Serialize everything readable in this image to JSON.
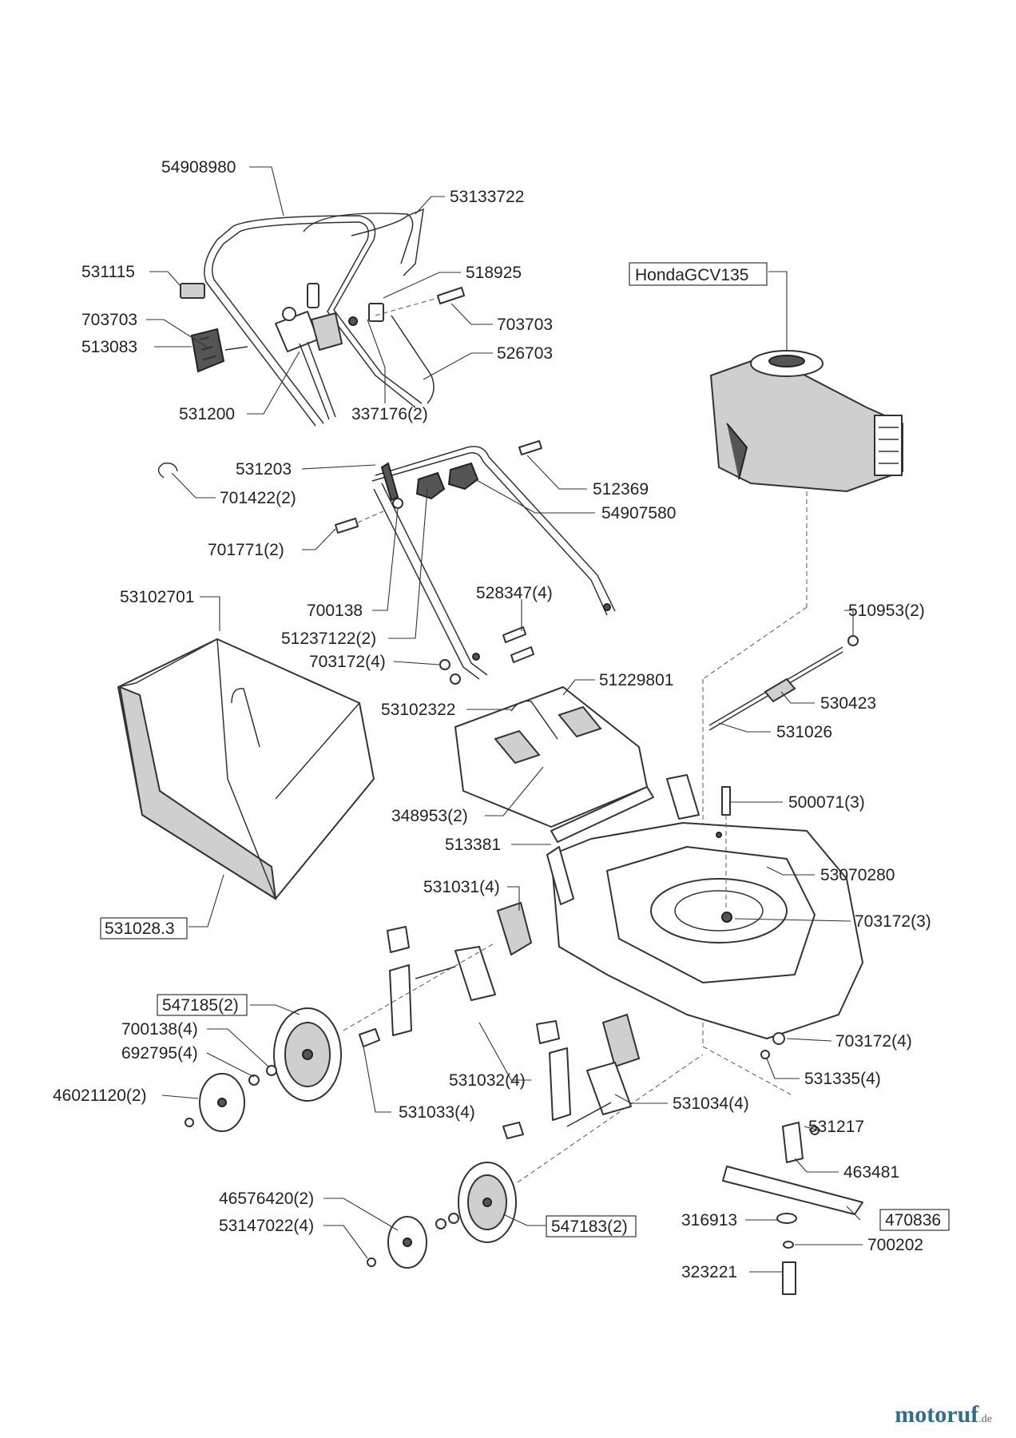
{
  "watermark": {
    "brand": "motoruf",
    "tld": ".de"
  },
  "labels": [
    {
      "id": "l1",
      "text": "54908980",
      "boxed": false
    },
    {
      "id": "l2",
      "text": "53133722",
      "boxed": false
    },
    {
      "id": "l3",
      "text": "531115",
      "boxed": false
    },
    {
      "id": "l4",
      "text": "518925",
      "boxed": false
    },
    {
      "id": "l5",
      "text": "703703",
      "boxed": false
    },
    {
      "id": "l6",
      "text": "703703",
      "boxed": false
    },
    {
      "id": "l7",
      "text": "513083",
      "boxed": false
    },
    {
      "id": "l8",
      "text": "526703",
      "boxed": false
    },
    {
      "id": "l9",
      "text": "531200",
      "boxed": false
    },
    {
      "id": "l10",
      "text": "337176(2)",
      "boxed": false
    },
    {
      "id": "l11",
      "text": "HondaGCV135",
      "boxed": true
    },
    {
      "id": "l12",
      "text": "531203",
      "boxed": false
    },
    {
      "id": "l13",
      "text": "701422(2)",
      "boxed": false
    },
    {
      "id": "l14",
      "text": "512369",
      "boxed": false
    },
    {
      "id": "l15",
      "text": "54907580",
      "boxed": false
    },
    {
      "id": "l16",
      "text": "701771(2)",
      "boxed": false
    },
    {
      "id": "l17",
      "text": "53102701",
      "boxed": false
    },
    {
      "id": "l18",
      "text": "528347(4)",
      "boxed": false
    },
    {
      "id": "l19",
      "text": "510953(2)",
      "boxed": false
    },
    {
      "id": "l20",
      "text": "700138",
      "boxed": false
    },
    {
      "id": "l21",
      "text": "51237122(2)",
      "boxed": false
    },
    {
      "id": "l22",
      "text": "703172(4)",
      "boxed": false
    },
    {
      "id": "l23",
      "text": "51229801",
      "boxed": false
    },
    {
      "id": "l24",
      "text": "53102322",
      "boxed": false
    },
    {
      "id": "l25",
      "text": "530423",
      "boxed": false
    },
    {
      "id": "l26",
      "text": "531026",
      "boxed": false
    },
    {
      "id": "l27",
      "text": "348953(2)",
      "boxed": false
    },
    {
      "id": "l28",
      "text": "500071(3)",
      "boxed": false
    },
    {
      "id": "l29",
      "text": "513381",
      "boxed": false
    },
    {
      "id": "l30",
      "text": "53070280",
      "boxed": false
    },
    {
      "id": "l31",
      "text": "531031(4)",
      "boxed": false
    },
    {
      "id": "l32",
      "text": "703172(3)",
      "boxed": false
    },
    {
      "id": "l33",
      "text": "531028.3",
      "boxed": true
    },
    {
      "id": "l34",
      "text": "547185(2)",
      "boxed": true
    },
    {
      "id": "l35",
      "text": "700138(4)",
      "boxed": false
    },
    {
      "id": "l36",
      "text": "692795(4)",
      "boxed": false
    },
    {
      "id": "l37",
      "text": "703172(4)",
      "boxed": false
    },
    {
      "id": "l38",
      "text": "531335(4)",
      "boxed": false
    },
    {
      "id": "l39",
      "text": "46021120(2)",
      "boxed": false
    },
    {
      "id": "l40",
      "text": "531032(4)",
      "boxed": false
    },
    {
      "id": "l41",
      "text": "531034(4)",
      "boxed": false
    },
    {
      "id": "l42",
      "text": "531033(4)",
      "boxed": false
    },
    {
      "id": "l43",
      "text": "531217",
      "boxed": false
    },
    {
      "id": "l44",
      "text": "463481",
      "boxed": false
    },
    {
      "id": "l45",
      "text": "46576420(2)",
      "boxed": false
    },
    {
      "id": "l46",
      "text": "53147022(4)",
      "boxed": false
    },
    {
      "id": "l47",
      "text": "547183(2)",
      "boxed": true
    },
    {
      "id": "l48",
      "text": "316913",
      "boxed": false
    },
    {
      "id": "l49",
      "text": "470836",
      "boxed": true
    },
    {
      "id": "l50",
      "text": "700202",
      "boxed": false
    },
    {
      "id": "l51",
      "text": "323221",
      "boxed": false
    }
  ]
}
